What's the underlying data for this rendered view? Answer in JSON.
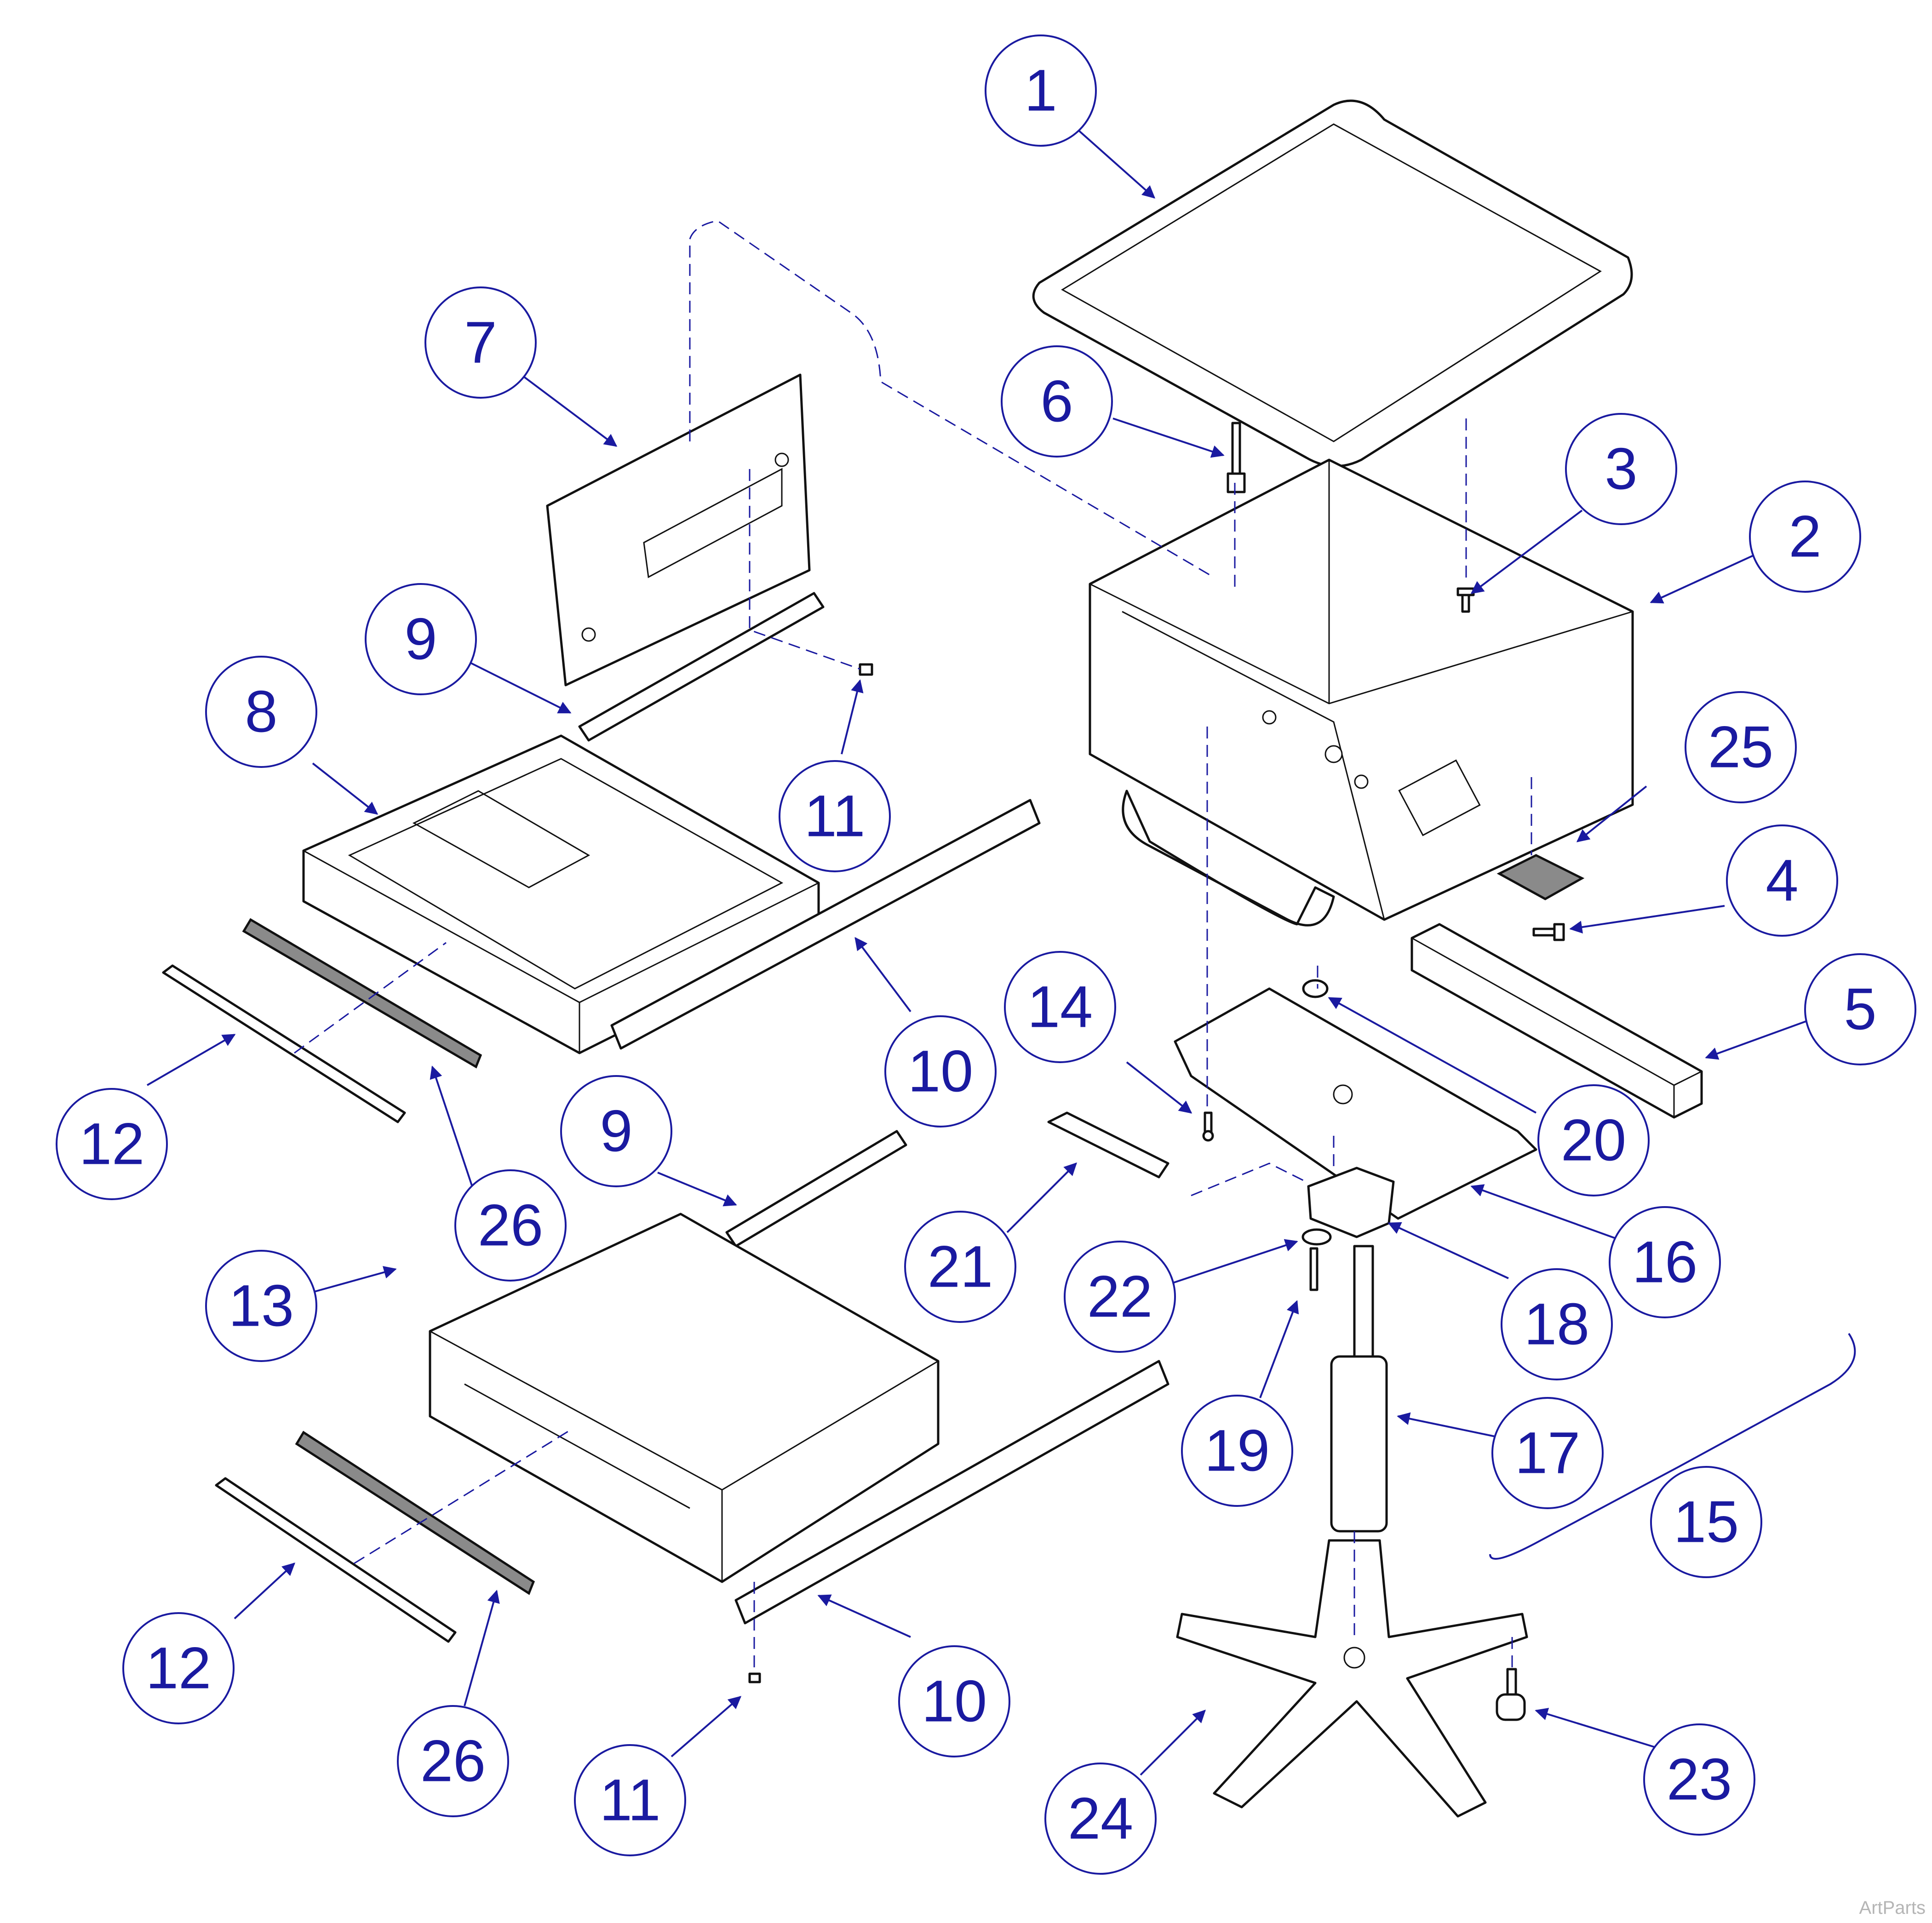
{
  "callouts": [
    "1",
    "2",
    "3",
    "4",
    "5",
    "6",
    "7",
    "8",
    "9",
    "9",
    "10",
    "10",
    "11",
    "11",
    "12",
    "12",
    "13",
    "14",
    "15",
    "16",
    "17",
    "18",
    "19",
    "20",
    "21",
    "22",
    "23",
    "24",
    "25",
    "26",
    "26"
  ],
  "watermark": "ArtParts",
  "colors": {
    "callout": "#1a1aa0",
    "line": "#111111",
    "strip": "#8a8a8a"
  }
}
